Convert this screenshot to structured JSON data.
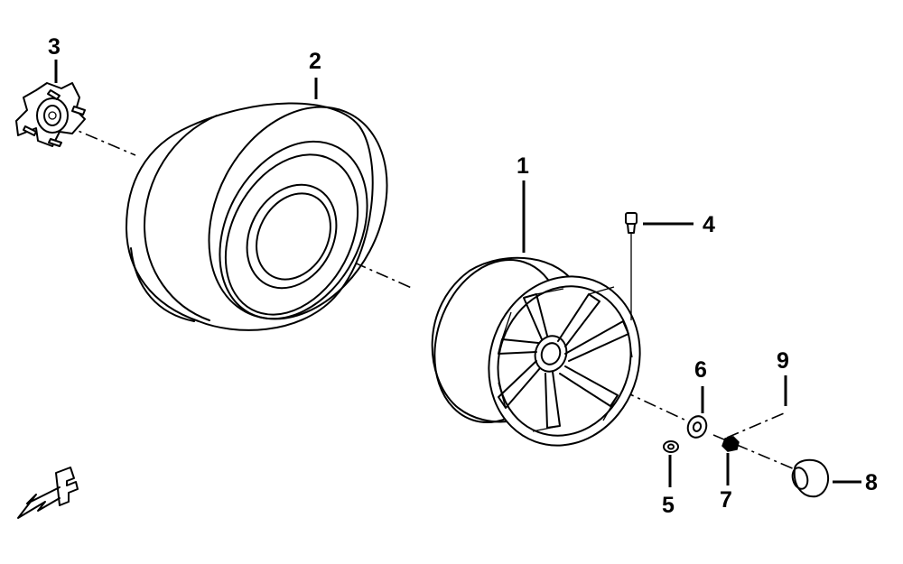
{
  "callouts": [
    {
      "id": "1",
      "label": "1"
    },
    {
      "id": "2",
      "label": "2"
    },
    {
      "id": "3",
      "label": "3"
    },
    {
      "id": "4",
      "label": "4"
    },
    {
      "id": "5",
      "label": "5"
    },
    {
      "id": "6",
      "label": "6"
    },
    {
      "id": "7",
      "label": "7"
    },
    {
      "id": "8",
      "label": "8"
    },
    {
      "id": "9",
      "label": "9"
    }
  ],
  "colors": {
    "ink": "#000000",
    "paper": "#ffffff"
  },
  "icons": {
    "direction": "front-direction-arrow-icon"
  }
}
